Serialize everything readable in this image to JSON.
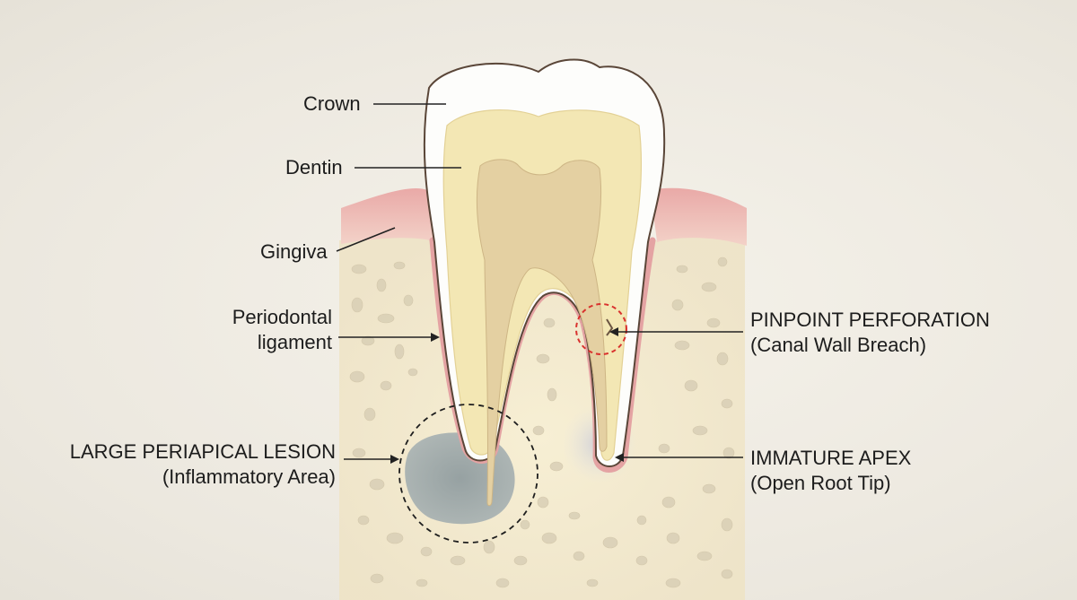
{
  "labels": {
    "crown": "Crown",
    "dentin": "Dentin",
    "gingiva": "Gingiva",
    "periodontal_line1": "Periodontal",
    "periodontal_line2": "ligament",
    "lesion_line1": "LARGE PERIAPICAL LESION",
    "lesion_line2": "(Inflammatory Area)",
    "perforation_line1": "PINPOINT PERFORATION",
    "perforation_line2": "(Canal Wall Breach)",
    "apex_line1": "IMMATURE APEX",
    "apex_line2": "(Open Root Tip)"
  },
  "colors": {
    "enamel": "#fdfdfb",
    "dentin": "#f3e7b4",
    "pulp": "#e4d0a2",
    "gingiva": "#eab5b2",
    "bone": "#f2e8cf",
    "lesion": "#9aa6aa",
    "perforation_marker": "#d9322e",
    "outline": "#5a4638"
  },
  "icons": [
    "pinpoint-perforation-marker",
    "lesion-dashed-circle"
  ]
}
